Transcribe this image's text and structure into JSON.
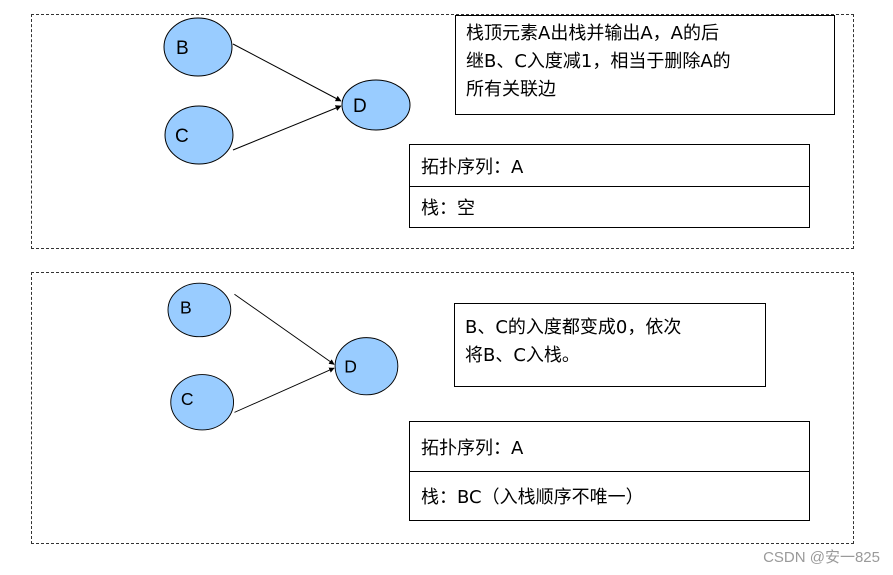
{
  "panels": [
    {
      "nodes": [
        "B",
        "C",
        "D"
      ],
      "note": [
        "栈顶元素A出栈并输出A，A的后",
        "继B、C入度减1，相当于删除A的",
        "所有关联边"
      ],
      "sequence_label": "拓扑序列：A",
      "stack_label": "栈：空"
    },
    {
      "nodes": [
        "B",
        "C",
        "D"
      ],
      "note": [
        "B、C的入度都变成0，依次",
        "将B、C入栈。"
      ],
      "sequence_label": "拓扑序列：A",
      "stack_label": "栈：BC（入栈顺序不唯一）"
    }
  ],
  "watermark": "CSDN @安一825",
  "colors": {
    "node_fill": "#99ccff",
    "node_stroke": "#000000",
    "line": "#000000"
  }
}
